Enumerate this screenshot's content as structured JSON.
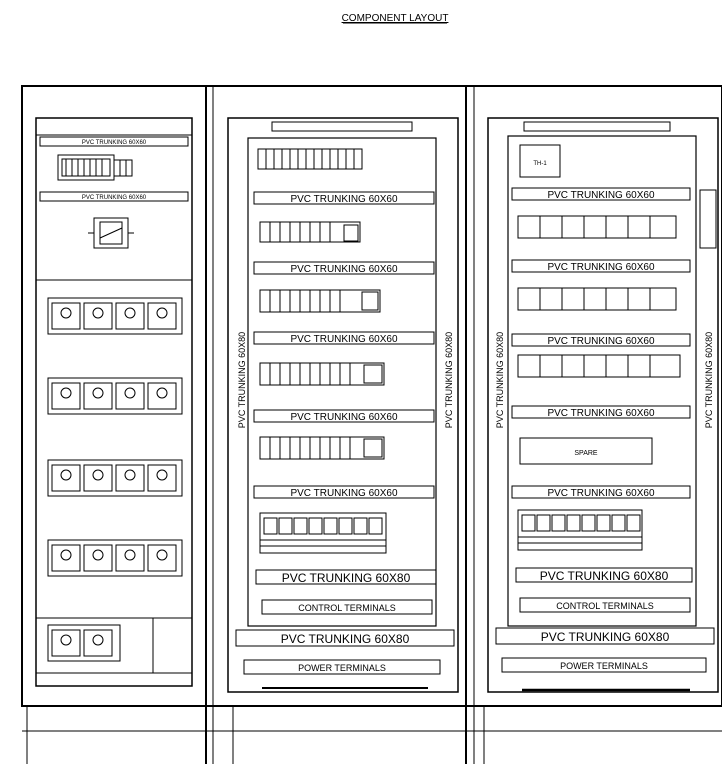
{
  "title": "COMPONENT LAYOUT",
  "panel1": {
    "trunk_top": "PVC TRUNKING 60X60",
    "trunk_2": "PVC TRUNKING 60X60"
  },
  "panel2": {
    "top_label": "",
    "trunks": [
      "PVC TRUNKING 60X60",
      "PVC TRUNKING 60X60",
      "PVC TRUNKING 60X60",
      "PVC TRUNKING 60X60",
      "PVC TRUNKING 60X60",
      "PVC TRUNKING 60X80",
      "PVC TRUNKING 60X80"
    ],
    "vertical_left": "PVC TRUNKING 60X80",
    "vertical_right": "PVC TRUNKING 60X80",
    "control_terminals": "CONTROL TERMINALS",
    "power_terminals": "POWER TERMINALS"
  },
  "panel3": {
    "device_label": "TH-1",
    "spare": "SPARE",
    "trunks": [
      "PVC TRUNKING 60X60",
      "PVC TRUNKING 60X60",
      "PVC TRUNKING 60X60",
      "PVC TRUNKING 60X60",
      "PVC TRUNKING 60X60",
      "PVC TRUNKING 60X80",
      "PVC TRUNKING 60X80"
    ],
    "vertical_left": "PVC TRUNKING 60X80",
    "vertical_right": "PVC TRUNKING 60X80",
    "control_terminals": "CONTROL TERMINALS",
    "power_terminals": "POWER TERMINALS"
  }
}
